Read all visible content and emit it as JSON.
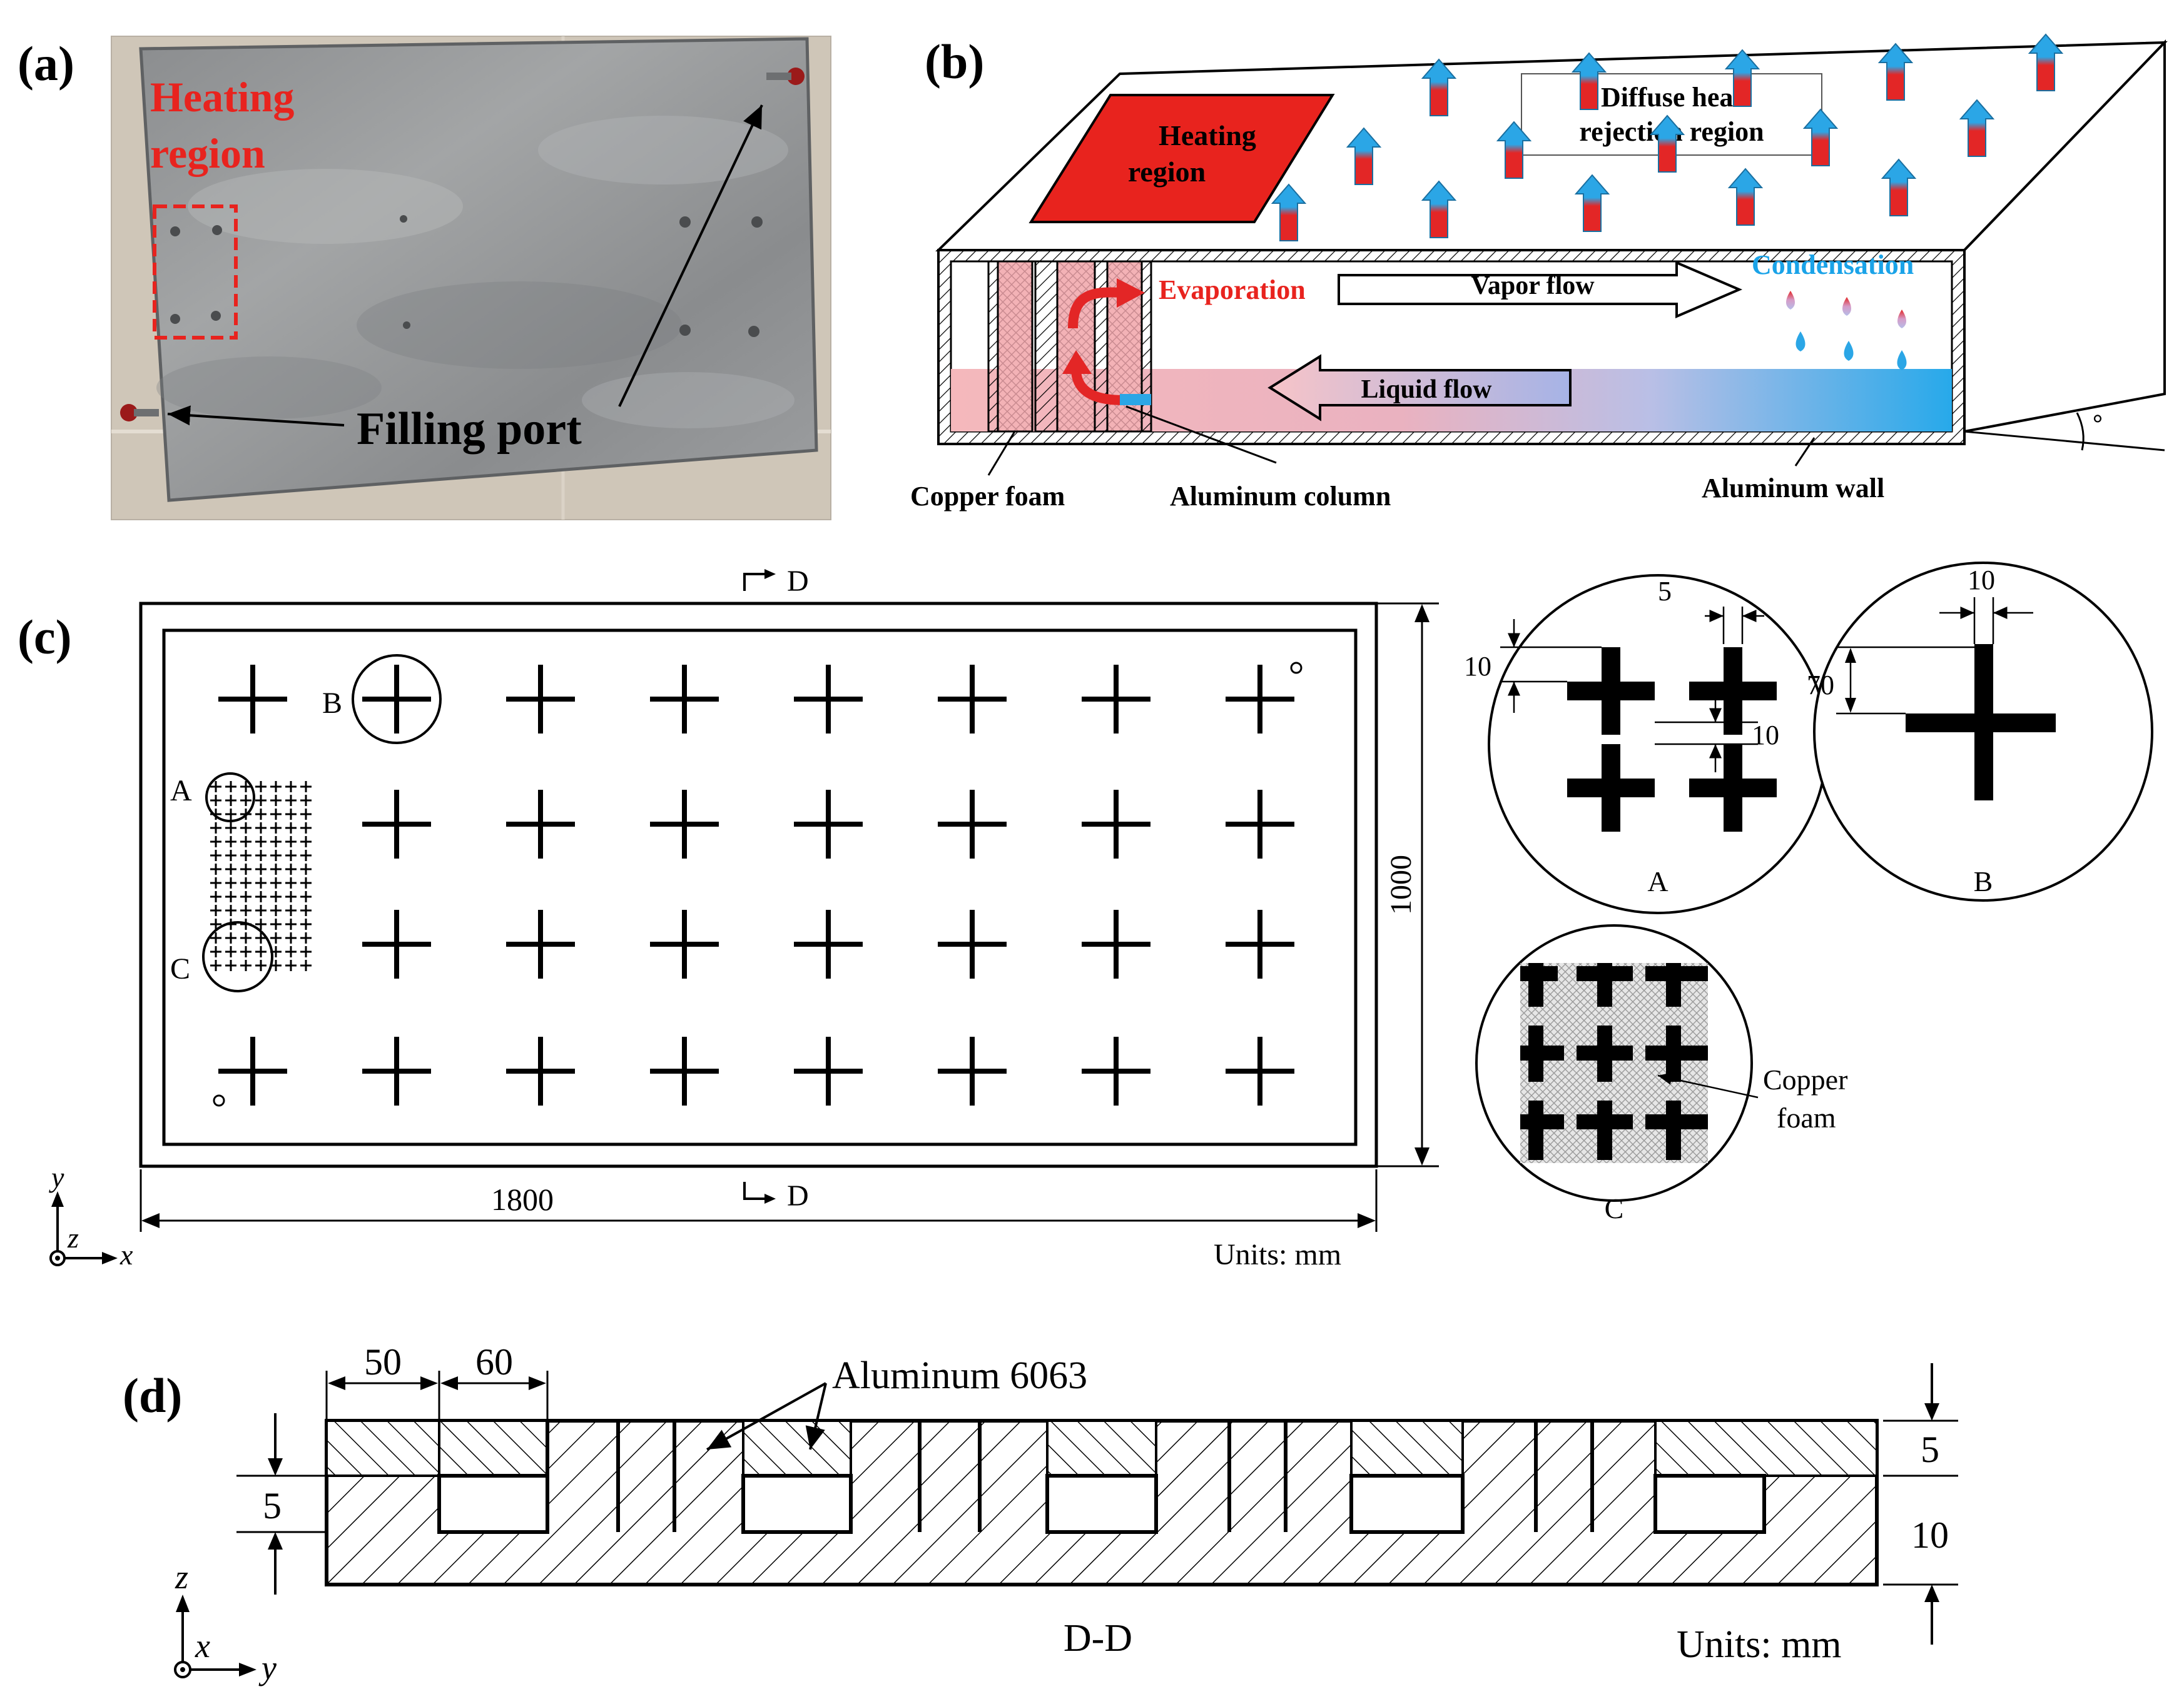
{
  "panel_a": {
    "letter": "(a)",
    "heating_region_line1": "Heating",
    "heating_region_line2": "region",
    "filling_port": "Filling port"
  },
  "panel_b": {
    "letter": "(b)",
    "heating_region_line1": "Heating",
    "heating_region_line2": "region",
    "diffuse_line1": "Diffuse heat",
    "diffuse_line2": "rejection region",
    "evaporation": "Evaporation",
    "vapor_flow": "Vapor flow",
    "condensation": "Condensation",
    "liquid_flow": "Liquid flow",
    "copper_foam": "Copper foam",
    "aluminum_column": "Aluminum column",
    "aluminum_wall": "Aluminum wall",
    "angle_symbol": "°"
  },
  "panel_c": {
    "letter": "(c)",
    "section_top": "D",
    "section_bottom": "D",
    "label_a": "A",
    "label_b": "B",
    "label_c": "C",
    "dim_height": "1000",
    "dim_width": "1800",
    "units": "Units: mm",
    "axis_y": "y",
    "axis_z": "z",
    "axis_x": "x",
    "detail_a": {
      "dim_top": "5",
      "dim_left": "10",
      "dim_right": "10",
      "caption": "A"
    },
    "detail_b": {
      "dim_top": "10",
      "dim_left": "70",
      "caption": "B"
    },
    "detail_c": {
      "note_line1": "Copper",
      "note_line2": "foam",
      "caption": "C"
    }
  },
  "panel_d": {
    "letter": "(d)",
    "dim_50": "50",
    "dim_60": "60",
    "material": "Aluminum 6063",
    "dim_left_5": "5",
    "dim_right_5": "5",
    "dim_right_10": "10",
    "section_label": "D-D",
    "units": "Units: mm",
    "axis_z": "z",
    "axis_x": "x",
    "axis_y": "y"
  },
  "colors": {
    "heating_red": "#e8231e",
    "condensation_blue": "#1aa3e8",
    "liquid_pink": "#f2b8bc",
    "arrow_blue": "#2ba6e6",
    "arrow_red": "#e32626"
  }
}
